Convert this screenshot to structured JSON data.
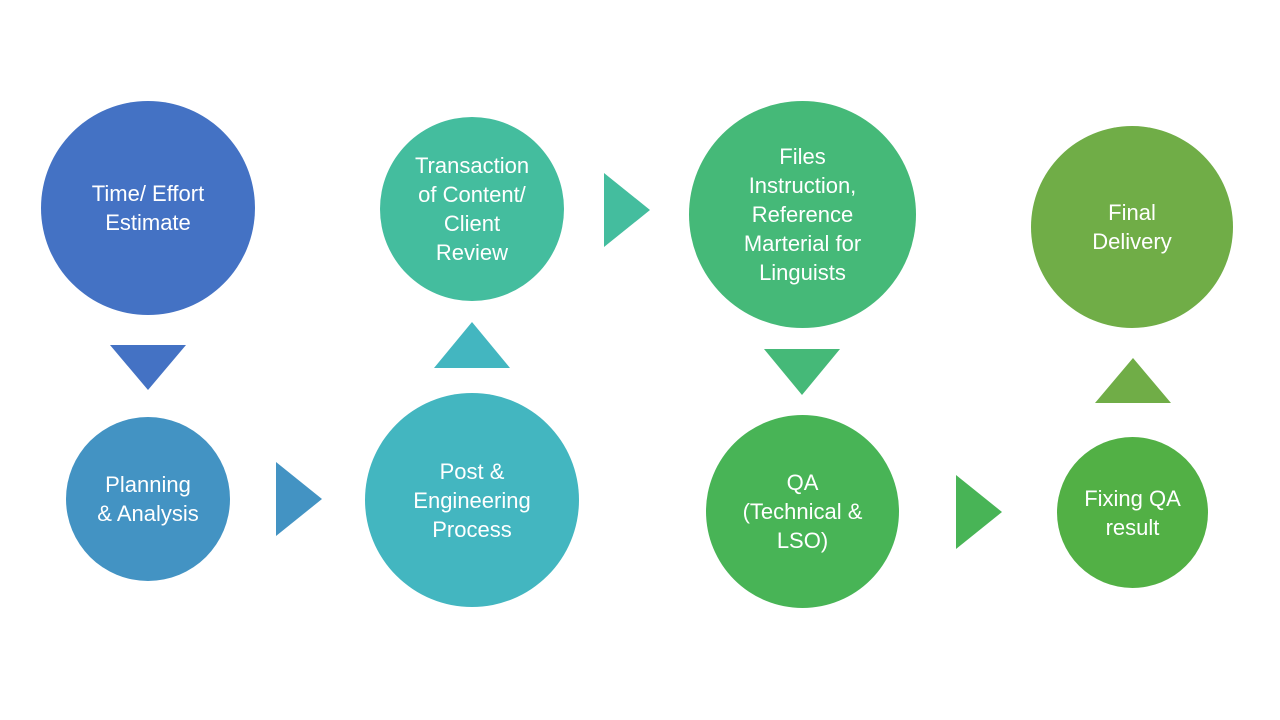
{
  "nodes": [
    {
      "id": "n1",
      "label": "Time/ Effort\nEstimate",
      "color": "#4472C4"
    },
    {
      "id": "n2",
      "label": "Planning\n& Analysis",
      "color": "#4393C3"
    },
    {
      "id": "n3",
      "label": "Post &\nEngineering\nProcess",
      "color": "#43B6C0"
    },
    {
      "id": "n4",
      "label": "Transaction\nof Content/\nClient\nReview",
      "color": "#44BD9E"
    },
    {
      "id": "n5",
      "label": "Files\nInstruction,\nReference\nMarterial for\nLinguists",
      "color": "#45B978"
    },
    {
      "id": "n6",
      "label": "QA\n(Technical &\nLSO)",
      "color": "#48B456"
    },
    {
      "id": "n7",
      "label": "Fixing QA\nresult",
      "color": "#52B045"
    },
    {
      "id": "n8",
      "label": "Final\nDelivery",
      "color": "#70AD47"
    }
  ],
  "arrows": [
    {
      "id": "a1",
      "direction": "down",
      "color": "#4472C4"
    },
    {
      "id": "a2",
      "direction": "right",
      "color": "#4393C3"
    },
    {
      "id": "a3",
      "direction": "up",
      "color": "#43B6C0"
    },
    {
      "id": "a4",
      "direction": "right",
      "color": "#44BD9E"
    },
    {
      "id": "a5",
      "direction": "down",
      "color": "#45B978"
    },
    {
      "id": "a6",
      "direction": "right",
      "color": "#48B456"
    },
    {
      "id": "a7",
      "direction": "up",
      "color": "#70AD47"
    }
  ]
}
